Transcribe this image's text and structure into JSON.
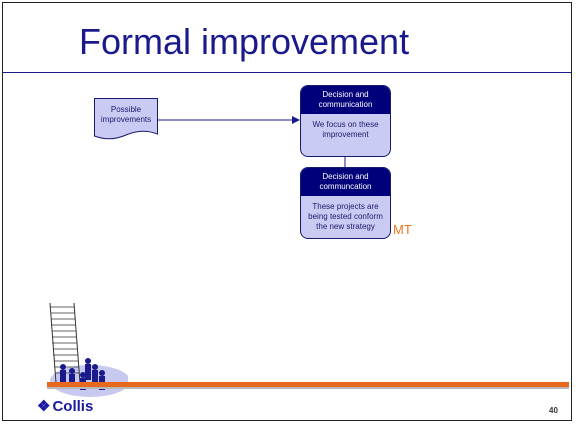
{
  "slide": {
    "title": "Formal improvement",
    "page_number": "40"
  },
  "diagram": {
    "input_doc": {
      "line1": "Possible",
      "line2": "improvements"
    },
    "box1": {
      "head_line1": "Decision and",
      "head_line2": "communication",
      "body_line1": "We focus on these",
      "body_line2": "improvement"
    },
    "box2": {
      "head_line1": "Decision and",
      "head_line2": "communcation",
      "body_line1": "These projects are",
      "body_line2": "being tested conform",
      "body_line3": "the new strategy"
    },
    "owner_label": "MT"
  },
  "footer": {
    "logo_text": "Collis",
    "logo_symbol": "❖"
  },
  "colors": {
    "title": "#1a1a8c",
    "box_fill": "#c9cbf3",
    "box_head": "#00007a",
    "accent_orange": "#e8681e",
    "owner_text": "#e87722"
  }
}
